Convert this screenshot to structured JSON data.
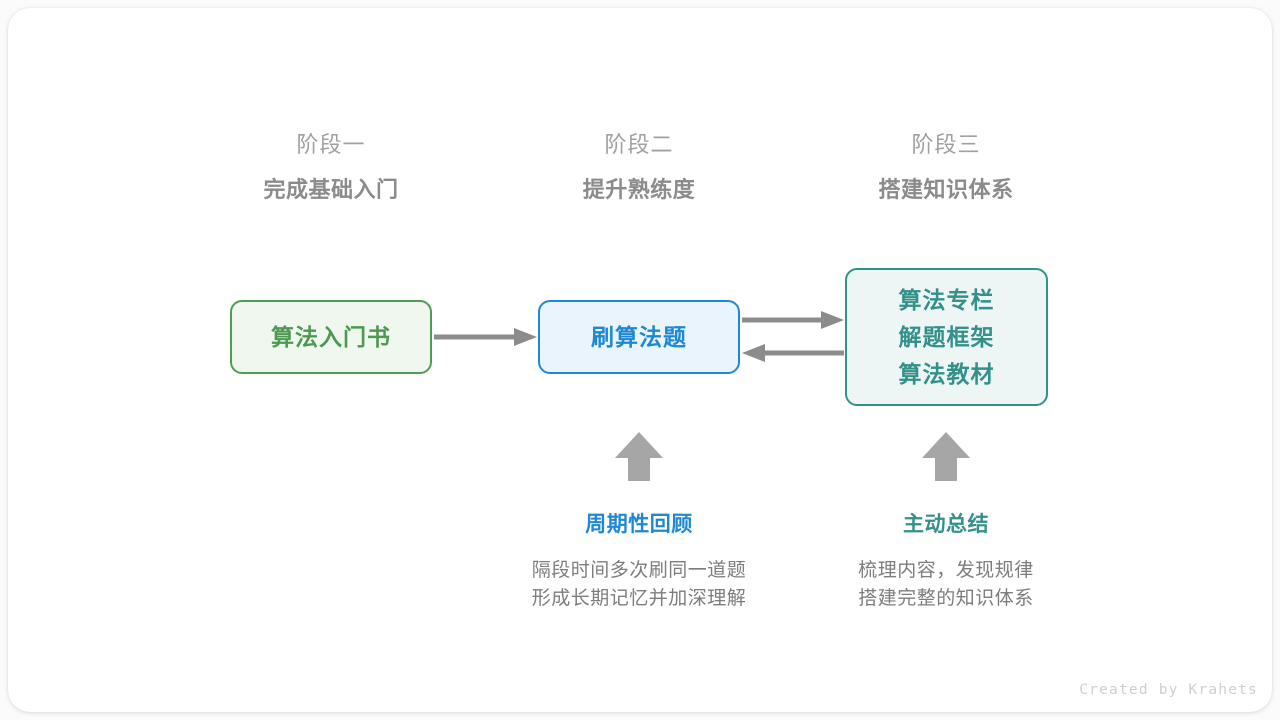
{
  "credit": "Created by Krahets",
  "colors": {
    "stage_index": "#a0a0a0",
    "stage_title": "#8b8b8b",
    "green": "#4c9a51",
    "green_fill": "#eff7ef",
    "blue": "#1e88d4",
    "blue_fill": "#e9f4fd",
    "teal": "#33918a",
    "teal_fill": "#eef6f5",
    "arrow": "#8c8c8c",
    "body_text": "#7d7d7d",
    "card": "#ffffff",
    "page": "#fbfbfb"
  },
  "stages": [
    {
      "index": "阶段一",
      "title": "完成基础入门"
    },
    {
      "index": "阶段二",
      "title": "提升熟练度"
    },
    {
      "index": "阶段三",
      "title": "搭建知识体系"
    }
  ],
  "nodes": {
    "book": {
      "label": "算法入门书"
    },
    "practice": {
      "label": "刷算法题"
    },
    "resources": {
      "line1": "算法专栏",
      "line2": "解题框架",
      "line3": "算法教材"
    }
  },
  "arrows": [
    {
      "name": "book-to-practice",
      "direction": "right",
      "from": "book",
      "to": "practice"
    },
    {
      "name": "practice-to-resources",
      "direction": "right",
      "from": "practice",
      "to": "resources"
    },
    {
      "name": "resources-to-practice",
      "direction": "left",
      "from": "resources",
      "to": "practice"
    },
    {
      "name": "review-up",
      "direction": "up",
      "to": "practice"
    },
    {
      "name": "summary-up",
      "direction": "up",
      "to": "resources"
    }
  ],
  "notes": [
    {
      "title": "周期性回顾",
      "line1": "隔段时间多次刷同一道题",
      "line2": "形成长期记忆并加深理解"
    },
    {
      "title": "主动总结",
      "line1": "梳理内容，发现规律",
      "line2": "搭建完整的知识体系"
    }
  ]
}
